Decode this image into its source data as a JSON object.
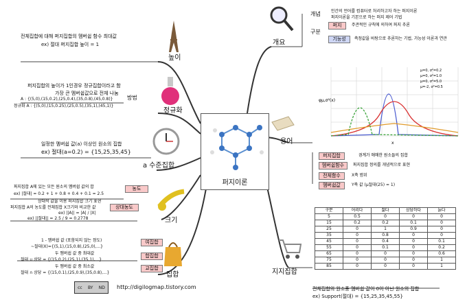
{
  "center": {
    "title": "퍼지이론"
  },
  "branches": {
    "height": "높이",
    "normalize": "정규화",
    "alpha": "a 수준집합",
    "size": "크기",
    "set": "집합",
    "overview": "개요",
    "usage": "용어",
    "table": "지지집합"
  },
  "height": {
    "line1": "전체집합에 대해 퍼지집합의 멤버쉽 함수 최대값",
    "line2": "ex) 절대 퍼지집합 높이 = 1"
  },
  "normalize": {
    "line1": "퍼지집합의 높이가 1인경우 정규집합이라고 함",
    "line2": "가장 큰 멤버쉽값으로 전체 나눔",
    "line3": "A : {(5,0),(15,0.2),(25,0.4),(35,0.8),(45,0.8)}",
    "line4": "정규화 A : {(5,0),(15,0.25),(25,0.5),(35,1),(45,1)}",
    "tag": "방법"
  },
  "alpha": {
    "line1": "일정한 멤버쉽 값(a) 이상인 원소의 집합",
    "line2": "ex) 절대(a=0.2) = {15,25,35,45}"
  },
  "size": {
    "tag1": "농도",
    "tag2": "상대농도",
    "line1": "퍼지집합 A에 있는 모든 원소의 멤버쉽 값의 합",
    "line2": "ex) |절대| = 0.2 + 1 + 0.8 + 0.4 + 0.1 = 2.5",
    "line3": "상대적 값을 이용 퍼지집합 크기 표현",
    "line4": "퍼지집합 A의 농도를 전체집합 X크기와 비교한 값",
    "line5": "ex) ||A|| = |A| / |X|",
    "line6": "ex) ||절대|| = 2.5 / 9 = 0.2778"
  },
  "set": {
    "tag1": "여집합",
    "tag2": "합집합",
    "tag3": "교집합",
    "line1": "1 - 멤버쉽 값 (포함되지 않는 정도)",
    "line2": "~절대(X)={(5,1),(15,0.8),(25,0),...}",
    "line3": "두 멤버쉽 값 중 최대값",
    "line4": "절대 ∪ 상당 = {(15,0.2),(25,1),(35,1),...}",
    "line5": "두 멤버쉽 값 중 최소값",
    "line6": "절대 ∩ 상당 = {(15,0.1),(25,0.9),(35,0.8),...}"
  },
  "overview": {
    "label1": "개념",
    "label2": "구분",
    "concept1": "인간의 언어를 컴퓨터로 처리하고자 하는 퍼지이론",
    "concept2": "퍼지이론을 기본으로 하는 퍼지 제어 기법",
    "tag1": "퍼지",
    "tag2": "기능성",
    "desc1": "주관적인 규칙에 의하여 퍼지 추론",
    "desc2": "측정값을 바탕으로 추론하는 기법, 가능성 이론과 연관"
  },
  "usage": {
    "tag1": "퍼지집합",
    "tag2": "멤버쉽함수",
    "tag3": "전체함수",
    "tag4": "멤버쉽값",
    "desc1": "경계가 애매한 원소들의 집합",
    "desc2": "퍼지집합 정의를 개념적으로 표현",
    "desc3": "X축 범위",
    "desc4": "Y축 값 (μ절대(25) = 1)"
  },
  "table_data": {
    "headers": [
      "구분",
      "어리다",
      "젊다",
      "상당하다",
      "늙다"
    ],
    "rows": [
      [
        "5",
        "0.5",
        "0",
        "0",
        "0"
      ],
      [
        "15",
        "0.2",
        "0.2",
        "0.1",
        "0"
      ],
      [
        "25",
        "0",
        "1",
        "0.9",
        "0"
      ],
      [
        "35",
        "0",
        "0.8",
        "0",
        "0"
      ],
      [
        "45",
        "0",
        "0.4",
        "0",
        "0.1"
      ],
      [
        "55",
        "0",
        "0.1",
        "0",
        "0.2"
      ],
      [
        "65",
        "0",
        "0",
        "0",
        "0.6"
      ],
      [
        "75",
        "0",
        "0",
        "0",
        "1"
      ],
      [
        "85",
        "0",
        "0",
        "0",
        "1"
      ]
    ],
    "note1": "전체집합의 원소중 멤버쉽 값이 0이 아닌 원소의 집합",
    "note2": "ex) Support(절대) = {15,25,35,45,55}"
  },
  "graph": {
    "ylabel": "φμ,σ²(x)",
    "xlabel": "x",
    "legend": [
      "μ=0, σ²=0.2",
      "μ=0, σ²=1.0",
      "μ=0, σ²=5.0",
      "μ=-2, σ²=0.5"
    ],
    "colors": [
      "#4a5bd0",
      "#d93030",
      "#e09a2a",
      "#38a238"
    ]
  },
  "footer": {
    "url": "http://digilogmap.tistory.com",
    "cc": "cc",
    "by": "BY",
    "nd": "ND"
  }
}
